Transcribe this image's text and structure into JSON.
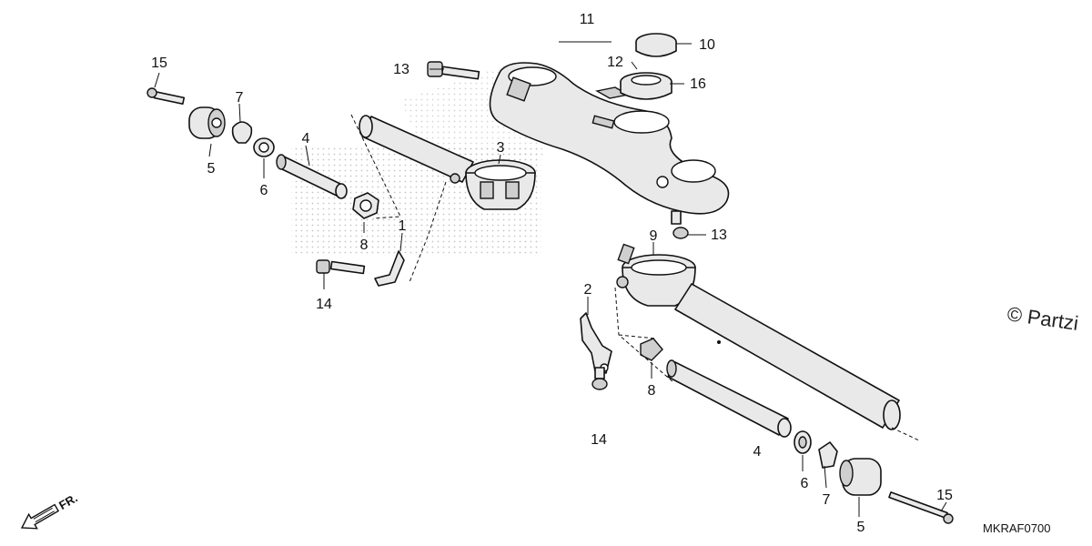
{
  "diagram": {
    "callouts": [
      "1",
      "2",
      "3",
      "4",
      "4",
      "5",
      "5",
      "6",
      "6",
      "7",
      "7",
      "8",
      "8",
      "9",
      "10",
      "11",
      "12",
      "13",
      "13",
      "14",
      "14",
      "15",
      "15",
      "16"
    ],
    "diagram_code": "MKRAF0700",
    "watermark": "© Partzi",
    "front_indicator": "FR."
  }
}
